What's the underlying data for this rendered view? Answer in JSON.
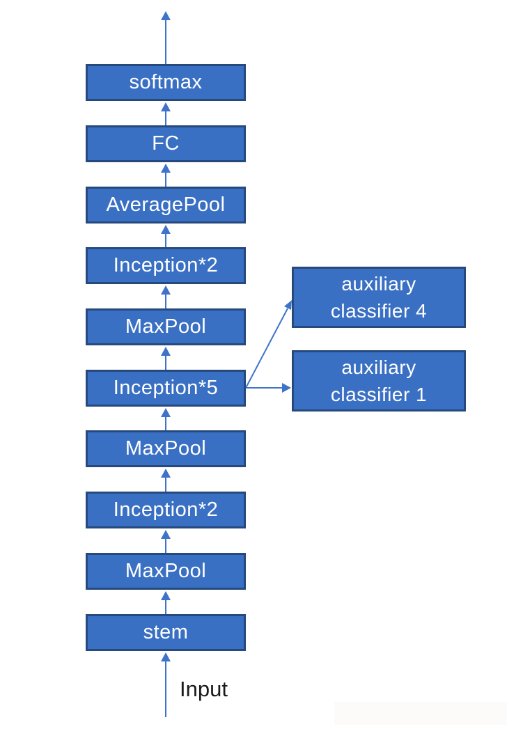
{
  "colors": {
    "box_fill": "#3a70c3",
    "box_border": "#26497e",
    "arrow": "#3e73c9",
    "text": "#ffffff",
    "input_text": "#1a1a1a"
  },
  "diagram": {
    "nodes": [
      "softmax",
      "FC",
      "AveragePool",
      "Inception*2",
      "MaxPool",
      "Inception*5",
      "MaxPool",
      "Inception*2",
      "MaxPool",
      "stem"
    ],
    "aux_nodes": [
      {
        "line1": "auxiliary",
        "line2": "classifier 4"
      },
      {
        "line1": "auxiliary",
        "line2": "classifier 1"
      }
    ],
    "input_label": "Input"
  }
}
